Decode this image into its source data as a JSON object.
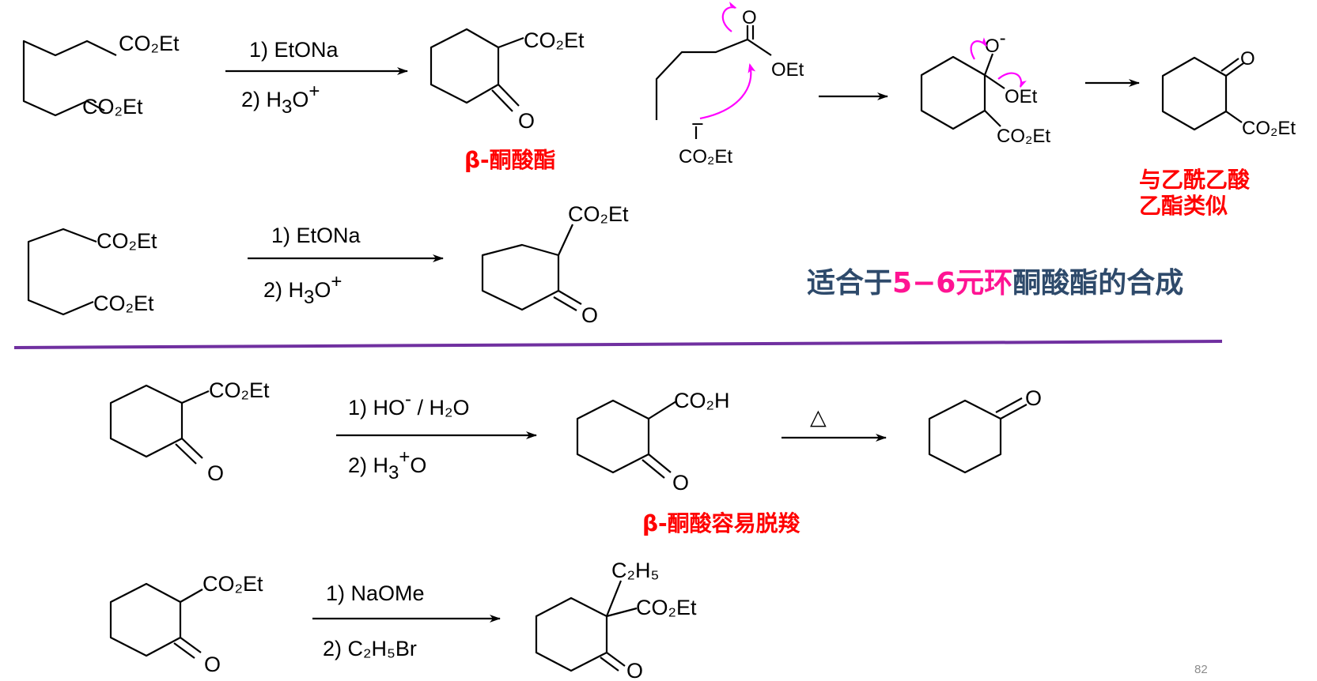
{
  "reaction1": {
    "reactant_top": "CO₂Et",
    "reactant_bottom": "CO₂Et",
    "cond1": "1) EtONa",
    "cond2_prefix": "2) H",
    "cond2_sub": "3",
    "cond2_suffix": "O",
    "cond2_sup": "+",
    "product_ester": "CO₂Et",
    "product_o": "O",
    "label": "β-酮酸酯"
  },
  "mechanism": {
    "o_top": "O",
    "oet": "OEt",
    "carbanion_charge": "−",
    "co2et": "CO₂Et",
    "inter_o": "O",
    "inter_o_charge": "-",
    "inter_oet": "OEt",
    "inter_co2et": "CO₂Et",
    "prod_o": "O",
    "prod_co2et": "CO₂Et",
    "label_line1": "与乙酰乙酸",
    "label_line2": "乙酯类似"
  },
  "reaction2": {
    "reactant_top": "CO₂Et",
    "reactant_bottom": "CO₂Et",
    "cond1": "1) EtONa",
    "cond2_prefix": "2) H",
    "cond2_sub": "3",
    "cond2_suffix": "O",
    "cond2_sup": "+",
    "product_ester": "CO₂Et",
    "product_o": "O"
  },
  "summary": {
    "part1": "适合于",
    "part2": "5−6元环",
    "part3": "酮酸酯的合成",
    "color_main": "#2e4a6b",
    "color_highlight": "#ff1493"
  },
  "reaction3": {
    "reactant_ester": "CO₂Et",
    "reactant_o": "O",
    "cond1_prefix": "1) HO",
    "cond1_sup": "-",
    "cond1_suffix": " / H₂O",
    "cond2_prefix": "2) H",
    "cond2_sub": "3",
    "cond2_sup": "+",
    "cond2_suffix": "O",
    "acid": "CO₂H",
    "acid_o": "O",
    "heat": "△",
    "final_o": "O",
    "label": "β-酮酸容易脱羧"
  },
  "reaction4": {
    "reactant_ester": "CO₂Et",
    "reactant_o": "O",
    "cond1": "1) NaOMe",
    "cond2": "2) C₂H₅Br",
    "ethyl": "C₂H₅",
    "product_ester": "CO₂Et",
    "product_o": "O"
  },
  "divider_color": "#7030a0",
  "page_number": "82"
}
